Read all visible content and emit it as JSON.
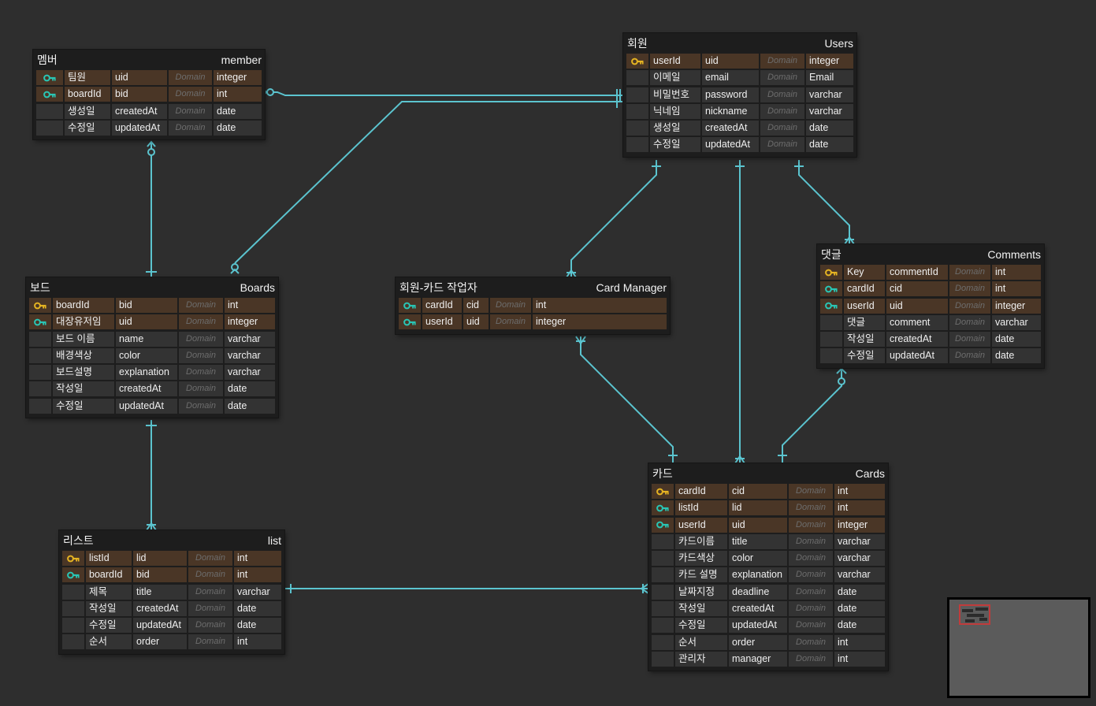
{
  "domain_field_placeholder": "Domain",
  "colors": {
    "background": "#2e2e2e",
    "link": "#5bc4cf",
    "pk_key": "#e6b422",
    "fk_key": "#29c6b5",
    "key_row": "#4a3626",
    "plain_row": "#333333"
  },
  "entities": [
    {
      "id": "member",
      "name_ko": "멤버",
      "name_en": "member",
      "columns": [
        {
          "key": "fk",
          "logical": "팀원",
          "physical": "uid",
          "type": "integer"
        },
        {
          "key": "fk",
          "logical": "boardId",
          "physical": "bid",
          "type": "int"
        },
        {
          "key": "",
          "logical": "생성일",
          "physical": "createdAt",
          "type": "date"
        },
        {
          "key": "",
          "logical": "수정일",
          "physical": "updatedAt",
          "type": "date"
        }
      ]
    },
    {
      "id": "users",
      "name_ko": "회원",
      "name_en": "Users",
      "columns": [
        {
          "key": "pk",
          "logical": "userId",
          "physical": "uid",
          "type": "integer"
        },
        {
          "key": "",
          "logical": "이메일",
          "physical": "email",
          "type": "Email"
        },
        {
          "key": "",
          "logical": "비밀번호",
          "physical": "password",
          "type": "varchar"
        },
        {
          "key": "",
          "logical": "닉네임",
          "physical": "nickname",
          "type": "varchar"
        },
        {
          "key": "",
          "logical": "생성일",
          "physical": "createdAt",
          "type": "date"
        },
        {
          "key": "",
          "logical": "수정일",
          "physical": "updatedAt",
          "type": "date"
        }
      ]
    },
    {
      "id": "boards",
      "name_ko": "보드",
      "name_en": "Boards",
      "columns": [
        {
          "key": "pk",
          "logical": "boardId",
          "physical": "bid",
          "type": "int"
        },
        {
          "key": "fk",
          "logical": "대장유저임",
          "physical": "uid",
          "type": "integer"
        },
        {
          "key": "",
          "logical": "보드 이름",
          "physical": "name",
          "type": "varchar"
        },
        {
          "key": "",
          "logical": "배경색상",
          "physical": "color",
          "type": "varchar"
        },
        {
          "key": "",
          "logical": "보드설명",
          "physical": "explanation",
          "type": "varchar"
        },
        {
          "key": "",
          "logical": "작성일",
          "physical": "createdAt",
          "type": "date"
        },
        {
          "key": "",
          "logical": "수정일",
          "physical": "updatedAt",
          "type": "date"
        }
      ]
    },
    {
      "id": "card_manager",
      "name_ko": "회원-카드 작업자",
      "name_en": "Card Manager",
      "columns": [
        {
          "key": "fk",
          "logical": "cardId",
          "physical": "cid",
          "type": "int"
        },
        {
          "key": "fk",
          "logical": "userId",
          "physical": "uid",
          "type": "integer"
        }
      ]
    },
    {
      "id": "comments",
      "name_ko": "댓글",
      "name_en": "Comments",
      "columns": [
        {
          "key": "pk",
          "logical": "Key",
          "physical": "commentId",
          "type": "int"
        },
        {
          "key": "fk",
          "logical": "cardId",
          "physical": "cid",
          "type": "int"
        },
        {
          "key": "fk",
          "logical": "userId",
          "physical": "uid",
          "type": "integer"
        },
        {
          "key": "",
          "logical": "댓글",
          "physical": "comment",
          "type": "varchar"
        },
        {
          "key": "",
          "logical": "작성일",
          "physical": "createdAt",
          "type": "date"
        },
        {
          "key": "",
          "logical": "수정일",
          "physical": "updatedAt",
          "type": "date"
        }
      ]
    },
    {
      "id": "list",
      "name_ko": "리스트",
      "name_en": "list",
      "columns": [
        {
          "key": "pk",
          "logical": "listId",
          "physical": "lid",
          "type": "int"
        },
        {
          "key": "fk",
          "logical": "boardId",
          "physical": "bid",
          "type": "int"
        },
        {
          "key": "",
          "logical": "제목",
          "physical": "title",
          "type": "varchar"
        },
        {
          "key": "",
          "logical": "작성일",
          "physical": "createdAt",
          "type": "date"
        },
        {
          "key": "",
          "logical": "수정일",
          "physical": "updatedAt",
          "type": "date"
        },
        {
          "key": "",
          "logical": "순서",
          "physical": "order",
          "type": "int"
        }
      ]
    },
    {
      "id": "cards",
      "name_ko": "카드",
      "name_en": "Cards",
      "columns": [
        {
          "key": "pk",
          "logical": "cardId",
          "physical": "cid",
          "type": "int"
        },
        {
          "key": "fk",
          "logical": "listId",
          "physical": "lid",
          "type": "int"
        },
        {
          "key": "fk",
          "logical": "userId",
          "physical": "uid",
          "type": "integer"
        },
        {
          "key": "",
          "logical": "카드이름",
          "physical": "title",
          "type": "varchar"
        },
        {
          "key": "",
          "logical": "카드색상",
          "physical": "color",
          "type": "varchar"
        },
        {
          "key": "",
          "logical": "카드 설명",
          "physical": "explanation",
          "type": "varchar"
        },
        {
          "key": "",
          "logical": "날짜지정",
          "physical": "deadline",
          "type": "date"
        },
        {
          "key": "",
          "logical": "작성일",
          "physical": "createdAt",
          "type": "date"
        },
        {
          "key": "",
          "logical": "수정일",
          "physical": "updatedAt",
          "type": "date"
        },
        {
          "key": "",
          "logical": "순서",
          "physical": "order",
          "type": "int"
        },
        {
          "key": "",
          "logical": "관리자",
          "physical": "manager",
          "type": "int"
        }
      ]
    }
  ],
  "relationships": [
    {
      "from": "users",
      "to": "member",
      "from_card": "one",
      "to_card": "zero-or-many"
    },
    {
      "from": "users",
      "to": "boards",
      "from_card": "one",
      "to_card": "zero-or-many"
    },
    {
      "from": "member",
      "to": "boards",
      "from_card": "zero-or-many",
      "to_card": "one"
    },
    {
      "from": "boards",
      "to": "list",
      "from_card": "one",
      "to_card": "many"
    },
    {
      "from": "list",
      "to": "cards",
      "from_card": "one",
      "to_card": "many"
    },
    {
      "from": "users",
      "to": "card_manager",
      "from_card": "one",
      "to_card": "many"
    },
    {
      "from": "users",
      "to": "cards",
      "from_card": "one",
      "to_card": "many"
    },
    {
      "from": "users",
      "to": "comments",
      "from_card": "one",
      "to_card": "many"
    },
    {
      "from": "card_manager",
      "to": "cards",
      "from_card": "many",
      "to_card": "one"
    },
    {
      "from": "comments",
      "to": "cards",
      "from_card": "zero-or-many",
      "to_card": "one"
    }
  ]
}
